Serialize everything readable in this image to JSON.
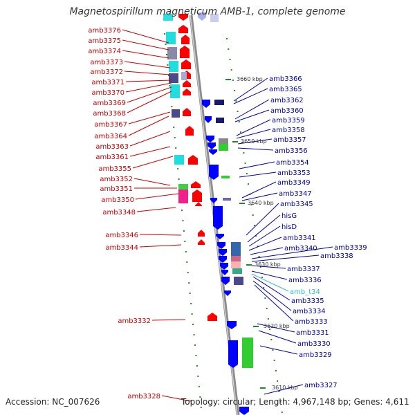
{
  "title": "Magnetospirillum magneticum AMB-1, complete genome",
  "footer": {
    "accession": "Accession: NC_007626",
    "topology": "Topology: circular; Length: 4,967,148 bp; Genes: 4,611"
  },
  "colors": {
    "left_label": "#cc0000",
    "right_label": "#0000aa",
    "rna_label": "#33bbcc",
    "backbone": "#8c8c8c",
    "ruler": "#228822"
  },
  "ruler_labels": [
    "3660 kbp",
    "3650 kbp",
    "3640 kbp",
    "3630 kbp",
    "3620 kbp",
    "3610 kbp"
  ],
  "left_genes": [
    "amb3376",
    "amb3375",
    "amb3374",
    "amb3373",
    "amb3372",
    "amb3371",
    "amb3370",
    "amb3369",
    "amb3368",
    "amb3367",
    "amb3364",
    "amb3363",
    "amb3361",
    "amb3355",
    "amb3352",
    "amb3351",
    "amb3350",
    "amb3348",
    "amb3346",
    "amb3344",
    "amb3332",
    "amb3328"
  ],
  "right_genes": [
    "amb3366",
    "amb3365",
    "amb3362",
    "amb3360",
    "amb3359",
    "amb3358",
    "amb3357",
    "amb3356",
    "amb3354",
    "amb3353",
    "amb3349",
    "amb3347",
    "amb3345",
    "hisG",
    "hisD",
    "amb3341",
    "amb3340",
    "amb3339",
    "amb3338",
    "amb3337",
    "amb3336",
    "amb_t34",
    "amb3335",
    "amb3334",
    "amb3333",
    "amb3331",
    "amb3330",
    "amb3329",
    "amb3327"
  ]
}
